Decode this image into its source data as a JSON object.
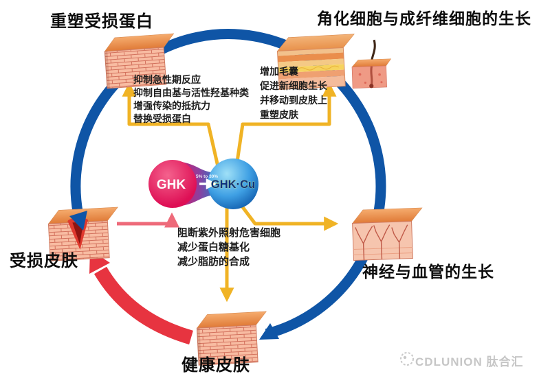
{
  "titles": {
    "top_left": "重塑受损蛋白",
    "top_right": "角化细胞与成纤维细胞的生长"
  },
  "nodes": {
    "damaged_skin": "受损皮肤",
    "nerve_vessel_growth": "神经与血管的生长",
    "healthy_skin": "健康皮肤"
  },
  "center": {
    "ghk_label": "GHK",
    "ghkcu_label": "GHK·Cu",
    "conversion_note": "5% to 30%"
  },
  "notes": {
    "remodel_damaged_protein": [
      "抑制急性期反应",
      "抑制自由基与活性羟基种类",
      "增强传染的抵抗力",
      "替换受损蛋白"
    ],
    "cell_growth": [
      "增加毛囊",
      "促进新细胞生长",
      "并移动到皮肤上",
      "重塑皮肤"
    ],
    "protection": [
      "阻断紫外照射危害细胞",
      "减少蛋白糖基化",
      "减少脂肪的合成"
    ]
  },
  "watermark": {
    "brand": "CDLUNION 肽合汇"
  },
  "colors": {
    "ring_blue": "#0f55a6",
    "cycle_red": "#e73440",
    "connector_yellow": "#f0b325",
    "connector_pink": "#ee6a7a",
    "ghk_pink": "#e2145a",
    "ghkcu_blue": "#1478cf"
  }
}
